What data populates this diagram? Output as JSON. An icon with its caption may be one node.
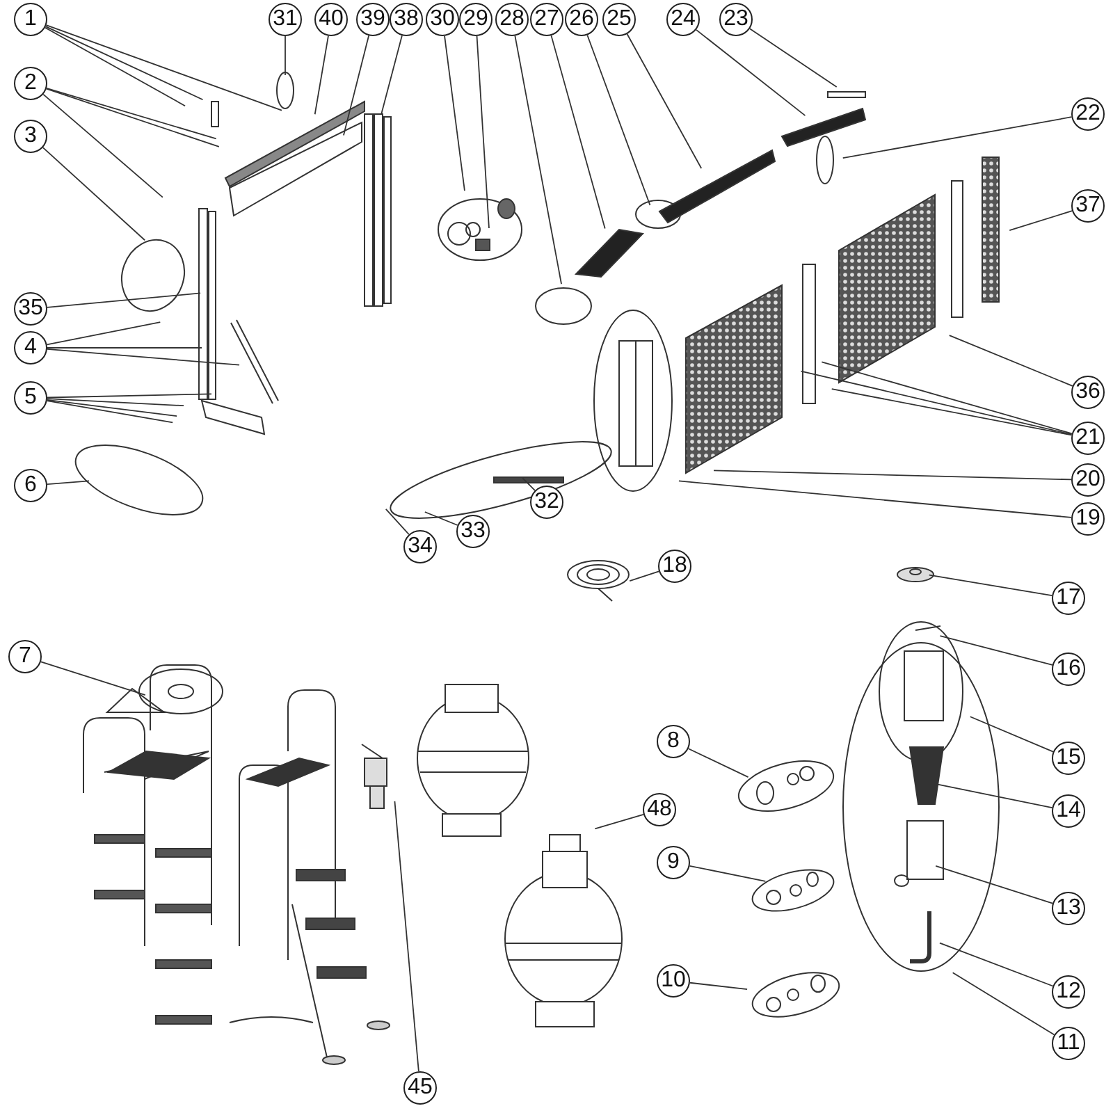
{
  "diagram": {
    "nodes": [
      {
        "text": [
          "1"
        ]
      },
      {
        "text": [
          "31"
        ]
      },
      {
        "text": [
          "40"
        ]
      },
      {
        "text": [
          "39"
        ]
      },
      {
        "text": [
          "38"
        ]
      },
      {
        "text": [
          "30"
        ]
      },
      {
        "text": [
          "29"
        ]
      },
      {
        "text": [
          "28"
        ]
      },
      {
        "text": [
          "27"
        ]
      },
      {
        "text": [
          "26"
        ]
      },
      {
        "text": [
          "25"
        ]
      },
      {
        "text": [
          "24"
        ]
      },
      {
        "text": [
          "23"
        ]
      },
      {
        "text": [
          "2"
        ]
      },
      {
        "text": [
          "22"
        ]
      },
      {
        "text": [
          "3"
        ]
      },
      {
        "text": [
          "37"
        ]
      },
      {
        "text": [
          "35"
        ]
      },
      {
        "text": [
          "4"
        ]
      },
      {
        "text": [
          "5"
        ]
      },
      {
        "text": [
          "21"
        ]
      },
      {
        "text": [
          "6"
        ]
      },
      {
        "text": [
          "20"
        ]
      },
      {
        "text": [
          "32"
        ]
      },
      {
        "text": [
          "19"
        ]
      },
      {
        "text": [
          "33"
        ]
      },
      {
        "text": [
          "34"
        ]
      },
      {
        "text": [
          "18"
        ]
      },
      {
        "text": [
          "17"
        ]
      },
      {
        "text": [
          "7"
        ]
      },
      {
        "text": [
          "16"
        ]
      },
      {
        "text": [
          "8"
        ]
      },
      {
        "text": [
          "15"
        ]
      },
      {
        "text": [
          "48"
        ]
      },
      {
        "text": [
          "14"
        ]
      },
      {
        "text": [
          "9"
        ]
      },
      {
        "text": [
          "13"
        ]
      },
      {
        "text": [
          "10"
        ]
      },
      {
        "text": [
          "12"
        ]
      },
      {
        "text": [
          "11"
        ]
      },
      {
        "text": [
          "45"
        ]
      },
      {
        "text": [
          "36"
        ]
      }
    ],
    "edges": [
      {
        "from": 0,
        "to": null,
        "arrow": "none"
      },
      {
        "from": 0,
        "to": null,
        "arrow": "none"
      },
      {
        "from": 0,
        "to": null,
        "arrow": "none"
      },
      {
        "from": 1,
        "to": null,
        "arrow": "none"
      },
      {
        "from": 2,
        "to": null,
        "arrow": "none"
      },
      {
        "from": 3,
        "to": null,
        "arrow": "none"
      },
      {
        "from": 4,
        "to": null,
        "arrow": "none"
      },
      {
        "from": 5,
        "to": null,
        "arrow": "none"
      },
      {
        "from": 6,
        "to": null,
        "arrow": "none"
      },
      {
        "from": 7,
        "to": null,
        "arrow": "none"
      },
      {
        "from": 8,
        "to": null,
        "arrow": "none"
      },
      {
        "from": 9,
        "to": null,
        "arrow": "none"
      },
      {
        "from": 10,
        "to": null,
        "arrow": "none"
      },
      {
        "from": 11,
        "to": null,
        "arrow": "none"
      },
      {
        "from": 12,
        "to": null,
        "arrow": "none"
      },
      {
        "from": 13,
        "to": null,
        "arrow": "none"
      },
      {
        "from": 13,
        "to": null,
        "arrow": "none"
      },
      {
        "from": 13,
        "to": null,
        "arrow": "none"
      },
      {
        "from": 14,
        "to": null,
        "arrow": "none"
      },
      {
        "from": 15,
        "to": null,
        "arrow": "none"
      },
      {
        "from": 16,
        "to": null,
        "arrow": "none"
      },
      {
        "from": 17,
        "to": null,
        "arrow": "none"
      },
      {
        "from": 18,
        "to": null,
        "arrow": "none"
      },
      {
        "from": 18,
        "to": null,
        "arrow": "none"
      },
      {
        "from": 18,
        "to": null,
        "arrow": "none"
      },
      {
        "from": 19,
        "to": null,
        "arrow": "none"
      },
      {
        "from": 19,
        "to": null,
        "arrow": "none"
      },
      {
        "from": 19,
        "to": null,
        "arrow": "none"
      },
      {
        "from": 19,
        "to": null,
        "arrow": "none"
      },
      {
        "from": 20,
        "to": null,
        "arrow": "none"
      },
      {
        "from": 20,
        "to": null,
        "arrow": "none"
      },
      {
        "from": 20,
        "to": null,
        "arrow": "none"
      },
      {
        "from": 21,
        "to": null,
        "arrow": "none"
      },
      {
        "from": 22,
        "to": null,
        "arrow": "none"
      },
      {
        "from": 23,
        "to": null,
        "arrow": "none"
      },
      {
        "from": 24,
        "to": null,
        "arrow": "none"
      },
      {
        "from": 25,
        "to": null,
        "arrow": "none"
      },
      {
        "from": 26,
        "to": null,
        "arrow": "none"
      },
      {
        "from": 27,
        "to": null,
        "arrow": "none"
      },
      {
        "from": 28,
        "to": null,
        "arrow": "none"
      },
      {
        "from": 29,
        "to": null,
        "arrow": "none"
      },
      {
        "from": 30,
        "to": null,
        "arrow": "none"
      },
      {
        "from": 31,
        "to": null,
        "arrow": "none"
      },
      {
        "from": 32,
        "to": null,
        "arrow": "none"
      },
      {
        "from": 33,
        "to": null,
        "arrow": "none"
      },
      {
        "from": 34,
        "to": null,
        "arrow": "none"
      },
      {
        "from": 35,
        "to": null,
        "arrow": "none"
      },
      {
        "from": 36,
        "to": null,
        "arrow": "none"
      },
      {
        "from": 37,
        "to": null,
        "arrow": "none"
      },
      {
        "from": 38,
        "to": null,
        "arrow": "none"
      },
      {
        "from": 39,
        "to": null,
        "arrow": "none"
      },
      {
        "from": 40,
        "to": null,
        "arrow": "none"
      },
      {
        "from": 41,
        "to": null,
        "arrow": "none"
      }
    ]
  }
}
